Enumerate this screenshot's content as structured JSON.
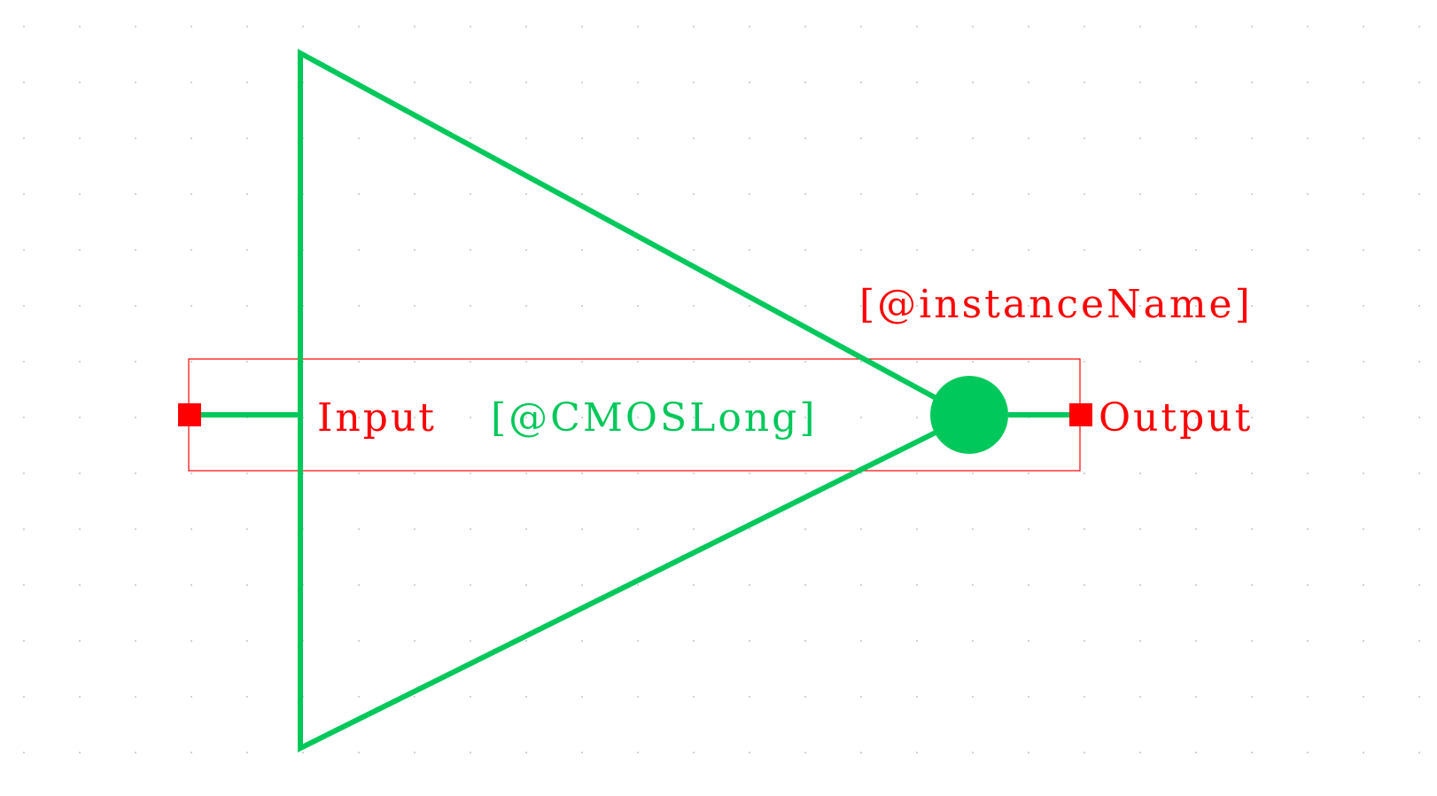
{
  "schematic": {
    "symbol_type": "inverter",
    "labels": {
      "instance_name": "[@instanceName]",
      "cell_name": "[@CMOSLong]",
      "input_pin": "Input",
      "output_pin": "Output"
    },
    "colors": {
      "symbol": "#00c85a",
      "pin": "#ff0000",
      "selection_box": "#ff0000",
      "grid_dot": "#b4b4b4",
      "background": "#ffffff"
    }
  }
}
